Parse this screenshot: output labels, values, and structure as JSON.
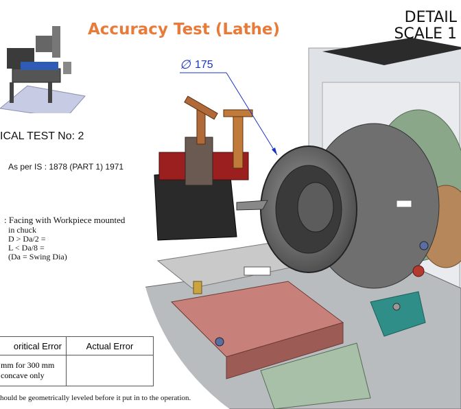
{
  "header": {
    "title": "Accuracy Test (Lathe)",
    "detail_line1": "DETAIL",
    "detail_line2": "SCALE 1"
  },
  "test": {
    "number_label": "ICAL TEST No: 2",
    "standard": "As per IS : 1878 (PART 1) 1971"
  },
  "measuring": {
    "line1": ": Facing with Workpiece mounted",
    "line2": "in chuck",
    "line3": "D >  Da/2 =",
    "line4": "L <  Da/8 =",
    "line5": "(Da = Swing Dia)"
  },
  "dimension": {
    "symbol": "∅",
    "value": "175"
  },
  "error_table": {
    "headers": [
      "oritical Error",
      "Actual Error"
    ],
    "permissible_line1": "mm for 300 mm",
    "permissible_line2": "concave only",
    "actual": ""
  },
  "note": "hould be geometrically leveled before it put in to the operation.",
  "colors": {
    "title": "#e87a3a",
    "dimension": "#1a33c4"
  }
}
